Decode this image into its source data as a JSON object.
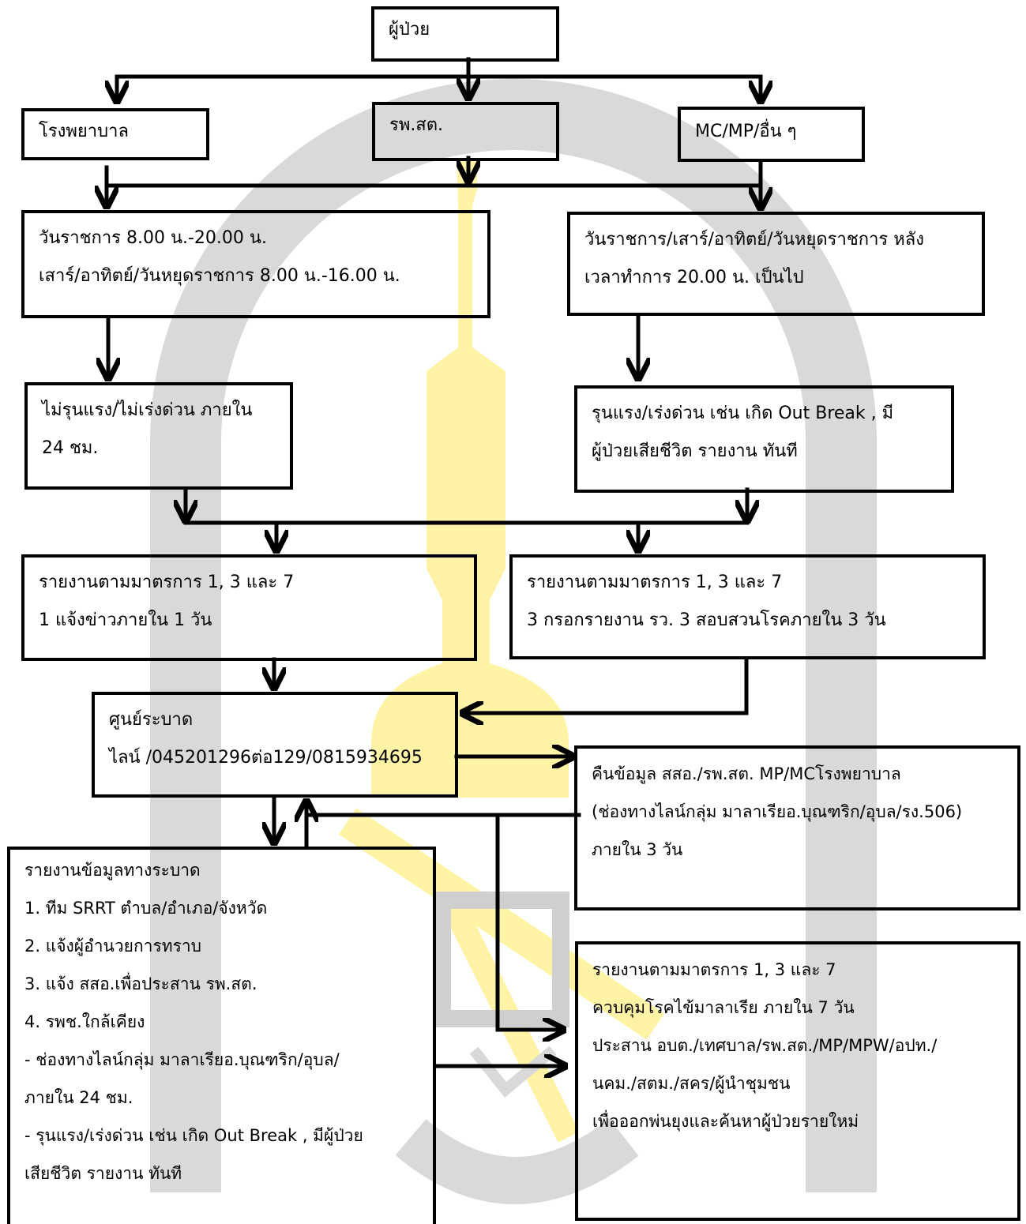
{
  "colors": {
    "stroke": "#000000",
    "watermark_gray": "#d9d9d9",
    "watermark_yellow": "#fff3a6"
  },
  "boxes": {
    "patient": {
      "lines": [
        "ผู้ป่วย"
      ]
    },
    "hospital": {
      "lines": [
        "โรงพยาบาล"
      ]
    },
    "health_center": {
      "lines": [
        "รพ.สต."
      ]
    },
    "mc_mp_other": {
      "lines": [
        "MC/MP/อื่น ๆ"
      ]
    },
    "office_hours": {
      "lines": [
        "วันราชการ 8.00 น.-20.00 น.",
        "เสาร์/อาทิตย์/วันหยุดราชการ 8.00 น.-16.00 น."
      ]
    },
    "after_hours": {
      "lines": [
        "วันราชการ/เสาร์/อาทิตย์/วันหยุดราชการ หลัง",
        "เวลาทำการ 20.00 น. เป็นไป"
      ]
    },
    "not_urgent": {
      "lines": [
        "ไม่รุนแรง/ไม่เร่งด่วน ภายใน",
        "24 ชม."
      ]
    },
    "urgent": {
      "lines": [
        "รุนแรง/เร่งด่วน เช่น เกิด Out Break , มี",
        "ผู้ป่วยเสียชีวิต รายงาน ทันที"
      ]
    },
    "report_measure_1": {
      "lines": [
        "รายงานตามมาตรการ 1, 3 และ 7",
        "1 แจ้งข่าวภายใน 1 วัน"
      ]
    },
    "report_measure_3": {
      "lines": [
        "รายงานตามมาตรการ 1, 3 และ 7",
        "3 กรอกรายงาน รว. 3 สอบสวนโรคภายใน 3 วัน"
      ]
    },
    "epidemic_center": {
      "lines": [
        "ศูนย์ระบาด",
        "ไลน์ /045201296ต่อ129/0815934695"
      ]
    },
    "feedback": {
      "lines": [
        "คืนข้อมูล สสอ./รพ.สต. MP/MCโรงพยาบาล",
        "(ช่องทางไลน์กลุ่ม มาลาเรียอ.บุณฑริก/อุบล/รง.506)",
        "ภายใน 3 วัน"
      ]
    },
    "epidemic_report": {
      "lines": [
        "รายงานข้อมูลทางระบาด",
        "1. ทีม SRRT ตำบล/อำเภอ/จังหวัด",
        "2. แจ้งผู้อำนวยการทราบ",
        "3. แจ้ง สสอ.เพื่อประสาน รพ.สต.",
        "4. รพช.ใกล้เคียง",
        "- ช่องทางไลน์กลุ่ม มาลาเรียอ.บุณฑริก/อุบล/",
        "ภายใน 24 ชม.",
        "- รุนแรง/เร่งด่วน เช่น เกิด Out Break , มีผู้ป่วย",
        "เสียชีวิต รายงาน ทันที"
      ]
    },
    "report_measure_7": {
      "lines": [
        "รายงานตามมาตรการ 1, 3 และ 7",
        "ควบคุมโรคไข้มาลาเรีย ภายใน 7 วัน",
        "ประสาน อบต./เทศบาล/รพ.สต./MP/MPW/อปท./",
        "นคม./สตม./สคร/ผู้นำชุมชน",
        "เพื่อออกพ่นยุงและค้นหาผู้ป่วยรายใหม่"
      ]
    }
  }
}
